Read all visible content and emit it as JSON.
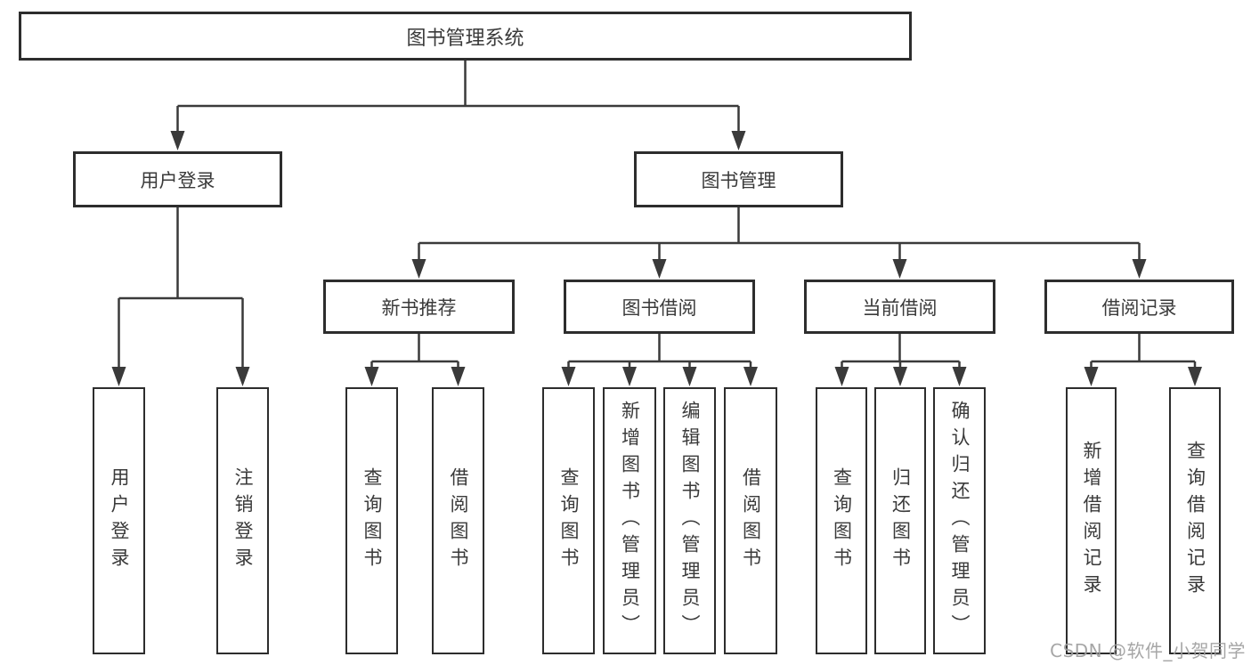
{
  "root": {
    "label": "图书管理系统"
  },
  "level2": [
    {
      "label": "用户登录"
    },
    {
      "label": "图书管理"
    }
  ],
  "level3": [
    {
      "label": "新书推荐"
    },
    {
      "label": "图书借阅"
    },
    {
      "label": "当前借阅"
    },
    {
      "label": "借阅记录"
    }
  ],
  "groups": {
    "userLogin": [
      {
        "label": "用户登录"
      },
      {
        "label": "注销登录"
      }
    ],
    "newBook": [
      {
        "label": "查询图书"
      },
      {
        "label": "借阅图书"
      }
    ],
    "bookBorrow": [
      {
        "label": "查询图书"
      },
      {
        "label": "新增图书（管理员）"
      },
      {
        "label": "编辑图书（管理员）"
      },
      {
        "label": "借阅图书"
      }
    ],
    "currentBorrow": [
      {
        "label": "查询图书"
      },
      {
        "label": "归还图书"
      },
      {
        "label": "确认归还（管理员）"
      }
    ],
    "borrowRecord": [
      {
        "label": "新增借阅记录"
      },
      {
        "label": "查询借阅记录"
      }
    ]
  },
  "watermark": {
    "text": "CSDN @软件_小贺同学"
  },
  "colors": {
    "line": "#3a3a3a",
    "box_border": "#2d2d2d",
    "text": "#3a3a3a",
    "background": "#ffffff",
    "watermark": "#9e9e9e"
  }
}
